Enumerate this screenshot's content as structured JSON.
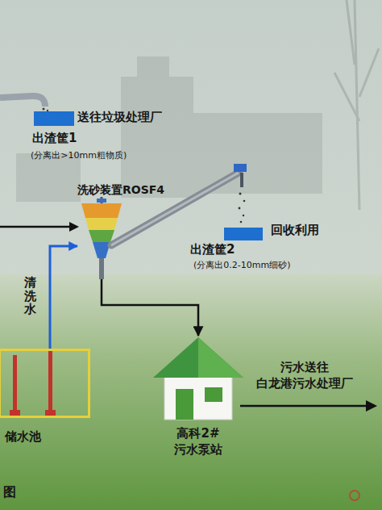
{
  "diagram": {
    "nodes": [
      {
        "text": [
          "出渣筐1",
          "(分离出>10mm粗物质)"
        ]
      },
      {
        "text": [
          "洗砂装置ROSF4"
        ]
      },
      {
        "text": [
          "出渣筐2",
          "(分离出0.2-10mm细砂)"
        ]
      },
      {
        "text": [
          "储水池"
        ]
      },
      {
        "text": [
          "高科2# 污水泵站"
        ]
      }
    ],
    "edges": [
      {
        "from": 3,
        "to": 1,
        "label": "清洗水",
        "arrow": "to"
      },
      {
        "from": 1,
        "to": 4,
        "arrow": "to"
      }
    ],
    "labels": [
      "送往垃圾处理厂",
      "回收利用",
      "污水送往 白龙港污水处理厂",
      "图"
    ]
  }
}
